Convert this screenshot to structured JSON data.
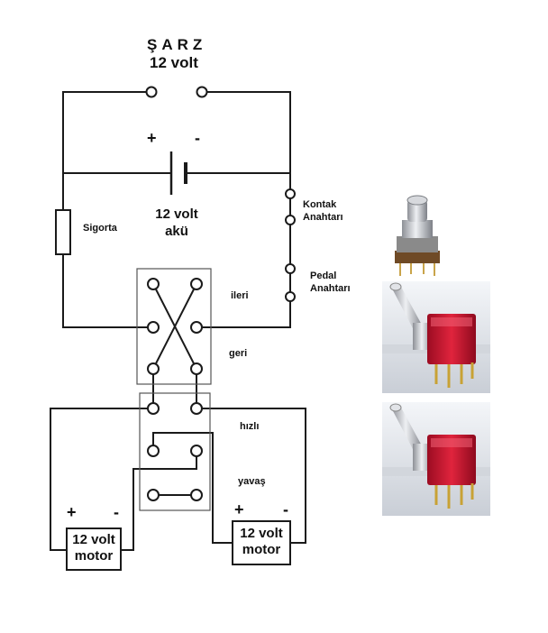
{
  "labels": {
    "charge_title": "ŞARZ",
    "charge_volt": "12 volt",
    "battery_plus": "+",
    "battery_minus": "-",
    "battery_line1": "12 volt",
    "battery_line2": "akü",
    "fuse": "Sigorta",
    "ignition_line1": "Kontak",
    "ignition_line2": "Anahtarı",
    "pedal_line1": "Pedal",
    "pedal_line2": "Anahtarı",
    "forward": "ileri",
    "reverse": "geri",
    "fast": "hızlı",
    "slow": "yavaş",
    "motor_left": {
      "plus": "+",
      "minus": "-",
      "line1": "12 volt",
      "line2": "motor"
    },
    "motor_right": {
      "plus": "+",
      "minus": "-",
      "line1": "12 volt",
      "line2": "motor"
    }
  },
  "colors": {
    "wire": "#1a1a1a",
    "switch_red": "#c8102e",
    "metal": "#b9bcc2",
    "photo_bg": "#e4e8ee"
  },
  "icons": {
    "push_button": "push-button-switch-icon",
    "toggle_1": "toggle-switch-icon",
    "toggle_2": "toggle-switch-icon"
  }
}
